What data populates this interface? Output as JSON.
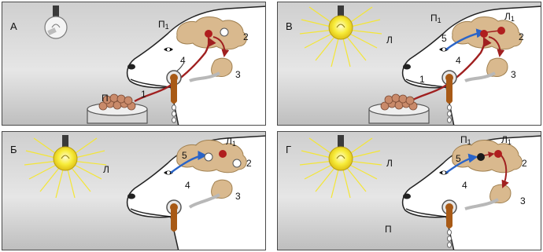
{
  "colors": {
    "background": "#ffffff",
    "panel_fill": "#dcdcdc",
    "panel_border": "#4a4a4a",
    "dog_head": "#ffffff",
    "brain": "#d9b98e",
    "center_dot": "#b01e1e",
    "reflex_path": "#a02020",
    "learned_path": "#2a64c8",
    "saliva": "#a85a16",
    "lamp_light": "#f4e636",
    "food": "#c98a6a"
  },
  "panels": [
    {
      "letter": "А",
      "lamp": "off",
      "food": true,
      "salivation": true,
      "labels": {
        "p": "П",
        "p_sub": "1",
        "n2": "2",
        "n3": "3",
        "n4": "4",
        "n1": "1",
        "food": "П"
      },
      "icons": [
        "bulb-off-icon",
        "dog-head-icon",
        "food-bowl-icon",
        "brain-icon",
        "eye-icon",
        "salivary-gland-icon",
        "saliva-drops-icon"
      ]
    },
    {
      "letter": "В",
      "lamp": "on",
      "food": true,
      "salivation": true,
      "labels": {
        "lamp": "Л",
        "p": "П",
        "p_sub": "1",
        "l": "Л",
        "l_sub": "1",
        "n5": "5",
        "n2": "2",
        "n4": "4",
        "n3": "3",
        "n1": "1"
      },
      "icons": [
        "bulb-on-icon",
        "dog-head-icon",
        "food-bowl-icon",
        "brain-icon",
        "eye-icon",
        "salivary-gland-icon",
        "saliva-drops-icon"
      ]
    },
    {
      "letter": "Б",
      "lamp": "on",
      "food": false,
      "salivation": false,
      "labels": {
        "lamp": "Л",
        "l": "Л",
        "l_sub": "1",
        "n5": "5",
        "n2": "2",
        "n4": "4",
        "n3": "3"
      },
      "icons": [
        "bulb-on-icon",
        "dog-head-icon",
        "brain-icon",
        "eye-icon",
        "salivary-gland-icon"
      ]
    },
    {
      "letter": "Г",
      "lamp": "on",
      "food": false,
      "salivation": true,
      "labels": {
        "lamp": "Л",
        "p": "П",
        "p_sub": "1",
        "l": "Л",
        "l_sub": "1",
        "n5": "5",
        "n2": "2",
        "n4": "4",
        "n3": "3",
        "food": "П"
      },
      "icons": [
        "bulb-on-icon",
        "dog-head-icon",
        "brain-icon",
        "eye-icon",
        "salivary-gland-icon",
        "saliva-drops-icon"
      ]
    }
  ]
}
